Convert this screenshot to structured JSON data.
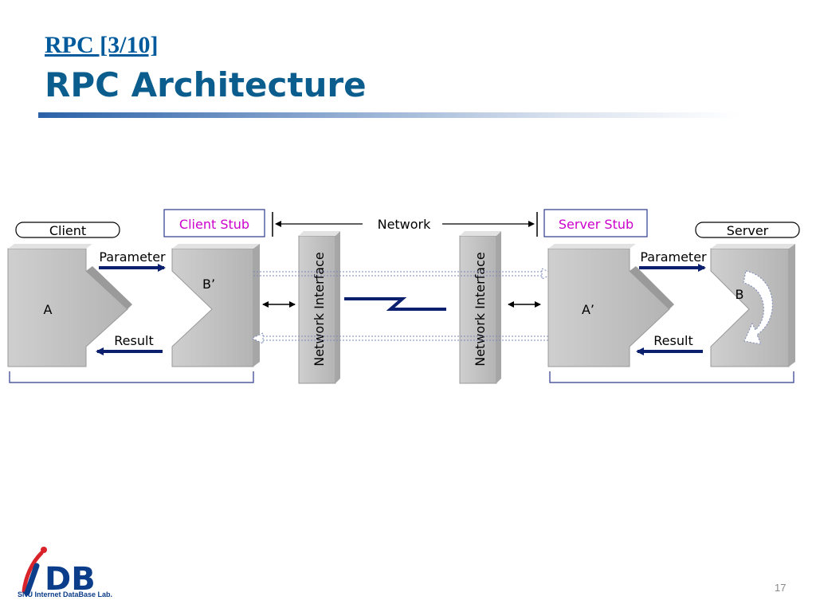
{
  "slide": {
    "subtitle": "RPC [3/10]",
    "title": "RPC Architecture",
    "page_number": "17"
  },
  "diagram": {
    "labels": {
      "client": "Client",
      "client_stub": "Client Stub",
      "network": "Network",
      "server_stub": "Server Stub",
      "server": "Server",
      "parameter_left": "Parameter",
      "parameter_right": "Parameter",
      "result_left": "Result",
      "result_right": "Result",
      "a": "A",
      "b_prime": "B’",
      "a_prime": "A’",
      "b": "B",
      "network_interface_left": "Network Interface",
      "network_interface_right": "Network Interface"
    },
    "colors": {
      "stub_label": "#cc00cc",
      "arrow": "#0a1f6e",
      "block": "#bdbdbd"
    }
  },
  "logo": {
    "mark": "DB",
    "caption": "SNU Internet DataBase Lab."
  }
}
